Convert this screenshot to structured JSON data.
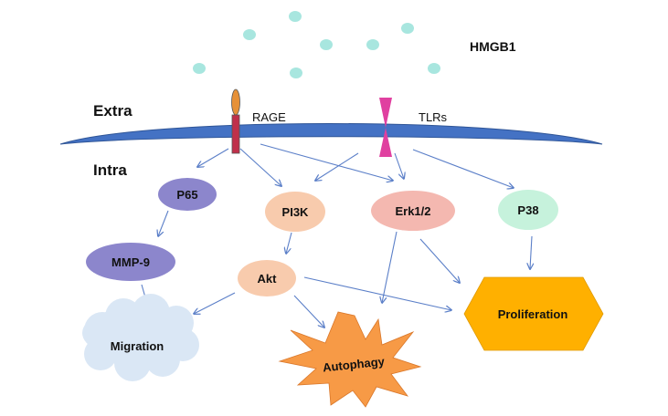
{
  "ligand": {
    "label": "HMGB1",
    "color": "#a8e6df"
  },
  "compartments": {
    "extra": "Extra",
    "intra": "Intra"
  },
  "receptors": {
    "rage": "RAGE",
    "tlrs": "TLRs"
  },
  "nodes": {
    "p65": "P65",
    "mmp9": "MMP-9",
    "pi3k": "PI3K",
    "erk": "Erk1/2",
    "p38": "P38",
    "akt": "Akt"
  },
  "outcomes": {
    "migration": "Migration",
    "autophagy": "Autophagy",
    "proliferation": "Proliferation"
  },
  "colors": {
    "membrane": "#4472c4",
    "arrow": "#5b7fc8",
    "p65": "#8c86cc",
    "mmp9": "#8c86cc",
    "pi3k": "#f8cbad",
    "erk": "#f4b8b0",
    "p38": "#c6f2dc",
    "akt": "#f8cbad",
    "migration": "#dae7f5",
    "autophagy": "#f79a46",
    "proliferation": "#ffb000",
    "rage_stem": "#c0304a",
    "rage_head": "#e69138",
    "tlr": "#e040a0"
  }
}
